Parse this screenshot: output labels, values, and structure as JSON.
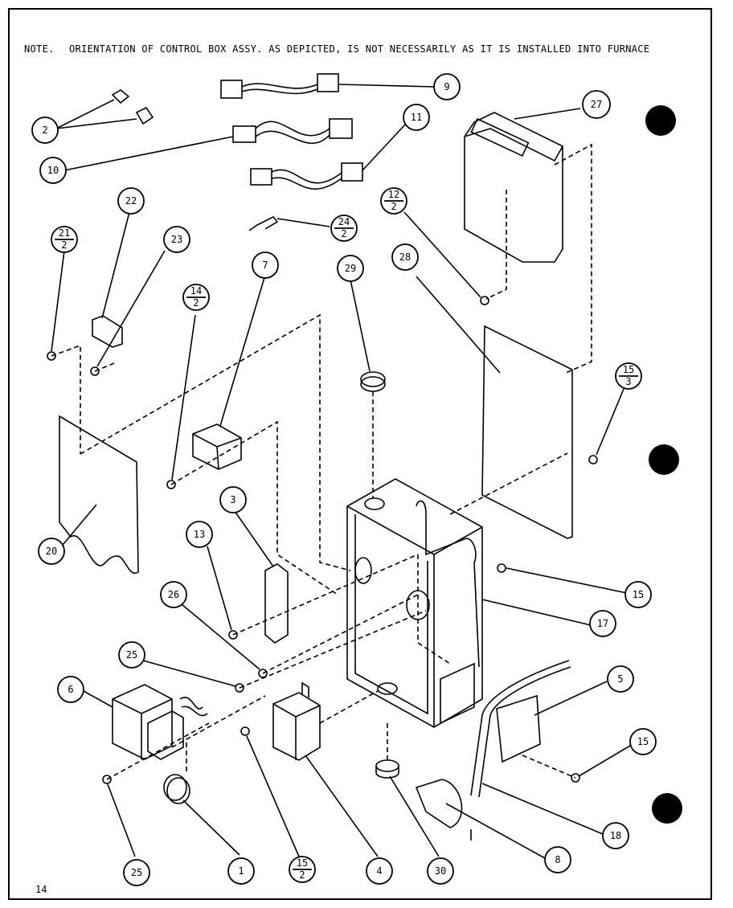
{
  "note": {
    "label": "NOTE.",
    "text": "ORIENTATION OF CONTROL BOX ASSY. AS DEPICTED, IS NOT NECESSARILY AS IT IS INSTALLED INTO FURNACE"
  },
  "page_number": "14",
  "callouts": [
    {
      "id": "c2",
      "label": "2"
    },
    {
      "id": "c10",
      "label": "10"
    },
    {
      "id": "c9",
      "label": "9"
    },
    {
      "id": "c11",
      "label": "11"
    },
    {
      "id": "c27",
      "label": "27"
    },
    {
      "id": "c22",
      "label": "22"
    },
    {
      "id": "c23",
      "label": "23"
    },
    {
      "id": "c7",
      "label": "7"
    },
    {
      "id": "c29",
      "label": "29"
    },
    {
      "id": "c28",
      "label": "28"
    },
    {
      "id": "c3",
      "label": "3"
    },
    {
      "id": "c13",
      "label": "13"
    },
    {
      "id": "c26",
      "label": "26"
    },
    {
      "id": "c20",
      "label": "20"
    },
    {
      "id": "c15a",
      "label": "15"
    },
    {
      "id": "c17",
      "label": "17"
    },
    {
      "id": "c5",
      "label": "5"
    },
    {
      "id": "c15b",
      "label": "15"
    },
    {
      "id": "c6",
      "label": "6"
    },
    {
      "id": "c25a",
      "label": "25"
    },
    {
      "id": "c18",
      "label": "18"
    },
    {
      "id": "c8",
      "label": "8"
    },
    {
      "id": "c25b",
      "label": "25"
    },
    {
      "id": "c1",
      "label": "1"
    },
    {
      "id": "c4",
      "label": "4"
    },
    {
      "id": "c30",
      "label": "30"
    }
  ],
  "fraction_callouts": [
    {
      "id": "f21",
      "num": "21",
      "den": "2"
    },
    {
      "id": "f14",
      "num": "14",
      "den": "2"
    },
    {
      "id": "f12",
      "num": "12",
      "den": "2"
    },
    {
      "id": "f24",
      "num": "24",
      "den": "2"
    },
    {
      "id": "f15_3",
      "num": "15",
      "den": "3"
    },
    {
      "id": "f15_2",
      "num": "15",
      "den": "2"
    }
  ]
}
